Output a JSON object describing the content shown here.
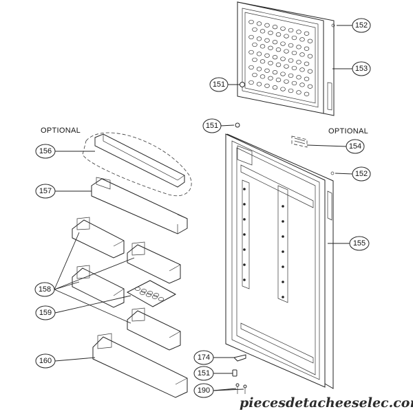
{
  "optional_labels": [
    "OPTIONAL",
    "OPTIONAL"
  ],
  "callouts": {
    "p152a": "152",
    "p153": "153",
    "p151a": "151",
    "p151b": "151",
    "p154": "154",
    "p152b": "152",
    "p155": "155",
    "p156": "156",
    "p157": "157",
    "p158": "158",
    "p159": "159",
    "p160": "160",
    "p174": "174",
    "p151c": "151",
    "p190": "190"
  },
  "watermark": "piecesdetacheeselec.com"
}
